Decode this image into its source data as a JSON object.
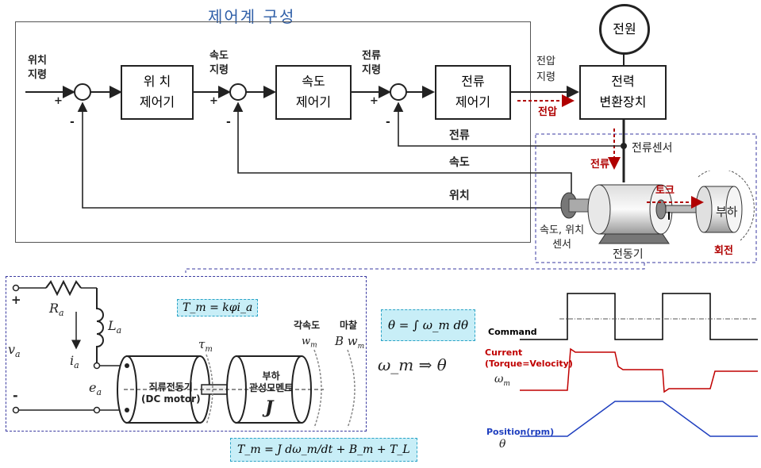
{
  "title": "제어계 구성",
  "blocks": {
    "position_ctrl": [
      "위 치",
      "제어기"
    ],
    "speed_ctrl": [
      "속도",
      "제어기"
    ],
    "current_ctrl": [
      "전류",
      "제어기"
    ],
    "power_conv": [
      "전력",
      "변환장치"
    ],
    "power_source": "전원"
  },
  "labels": {
    "pos_cmd": [
      "위치",
      "지령"
    ],
    "speed_cmd": [
      "속도",
      "지령"
    ],
    "current_cmd": [
      "전류",
      "지령"
    ],
    "voltage_cmd": [
      "전압",
      "지령"
    ],
    "voltage_red": "전압",
    "fb_current": "전류",
    "fb_speed": "속도",
    "fb_position": "위치",
    "current_sensor": "전류센서",
    "current_red": "전류",
    "torque_red": "토크",
    "load": "부하",
    "rotation": "회전",
    "speed_pos_sensor": [
      "속도, 위치",
      "센서"
    ],
    "motor": "전동기",
    "plus": "+",
    "minus": "-"
  },
  "circuit": {
    "plus": "+",
    "minus": "-",
    "va": "v",
    "va_sub": "a",
    "ra": "R",
    "ra_sub": "a",
    "la": "L",
    "la_sub": "a",
    "ia": "i",
    "ia_sub": "a",
    "ea": "e",
    "ea_sub": "a",
    "motor_label": [
      "직류전동기",
      "(DC motor)"
    ],
    "load_label": [
      "부하",
      "관성모멘트"
    ],
    "j": "J",
    "tau": "τ",
    "tau_sub": "m",
    "ang_speed": "각속도",
    "wm": "w",
    "wm_sub": "m",
    "friction": "마찰",
    "bwm": "B w",
    "bwm_sub": "m",
    "eq_torque": "T_m = kφi_a",
    "eq_theta": "θ = ∫ ω_m dθ",
    "eq_dynamics": "T_m = J dω_m/dt + B_m + T_L",
    "omega_theta": "ω_m ⇒ θ"
  },
  "waveforms": {
    "command": "Command",
    "current": [
      "Current",
      "(Torque=Velocity)"
    ],
    "omega": "ω",
    "omega_sub": "m",
    "position": "Position(rpm)",
    "theta": "θ",
    "colors": {
      "command": "#000000",
      "current": "#c00000",
      "position": "#1f3fbf"
    }
  }
}
